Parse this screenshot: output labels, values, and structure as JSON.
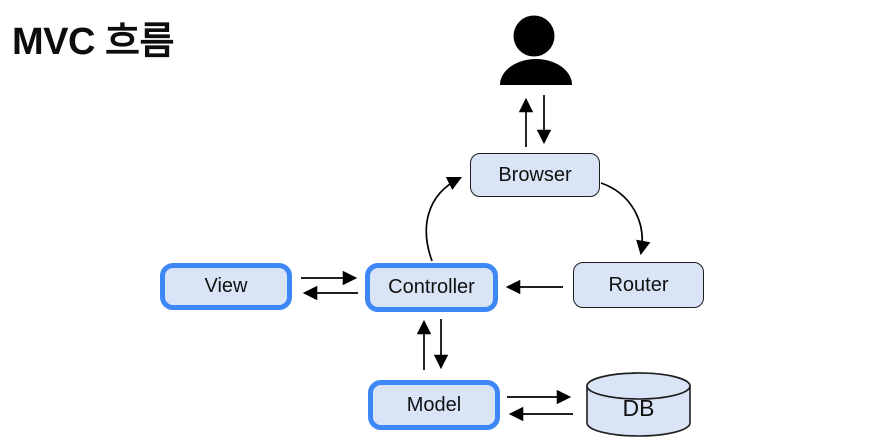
{
  "title": "MVC 흐름",
  "diagram": {
    "nodes": {
      "user": {
        "label": "",
        "icon": "person-icon"
      },
      "browser": {
        "label": "Browser",
        "highlighted": false
      },
      "view": {
        "label": "View",
        "highlighted": true
      },
      "controller": {
        "label": "Controller",
        "highlighted": true
      },
      "router": {
        "label": "Router",
        "highlighted": false
      },
      "model": {
        "label": "Model",
        "highlighted": true
      },
      "db": {
        "label": "DB",
        "icon": "database-cylinder-icon",
        "highlighted": false
      }
    },
    "edges": [
      {
        "from": "browser",
        "to": "user",
        "style": "straight"
      },
      {
        "from": "user",
        "to": "browser",
        "style": "straight"
      },
      {
        "from": "browser",
        "to": "router",
        "style": "curved"
      },
      {
        "from": "router",
        "to": "controller",
        "style": "straight"
      },
      {
        "from": "controller",
        "to": "browser",
        "style": "curved"
      },
      {
        "from": "view",
        "to": "controller",
        "style": "straight"
      },
      {
        "from": "controller",
        "to": "view",
        "style": "straight"
      },
      {
        "from": "model",
        "to": "controller",
        "style": "straight"
      },
      {
        "from": "controller",
        "to": "model",
        "style": "straight"
      },
      {
        "from": "model",
        "to": "db",
        "style": "straight"
      },
      {
        "from": "db",
        "to": "model",
        "style": "straight"
      }
    ],
    "colors": {
      "node_fill": "#d9e4f6",
      "node_border": "#1d1d1d",
      "highlight_border": "#3e87f7",
      "arrow": "#000000",
      "person": "#000000",
      "background": "#ffffff",
      "title_color": "#0d0d0d"
    }
  }
}
